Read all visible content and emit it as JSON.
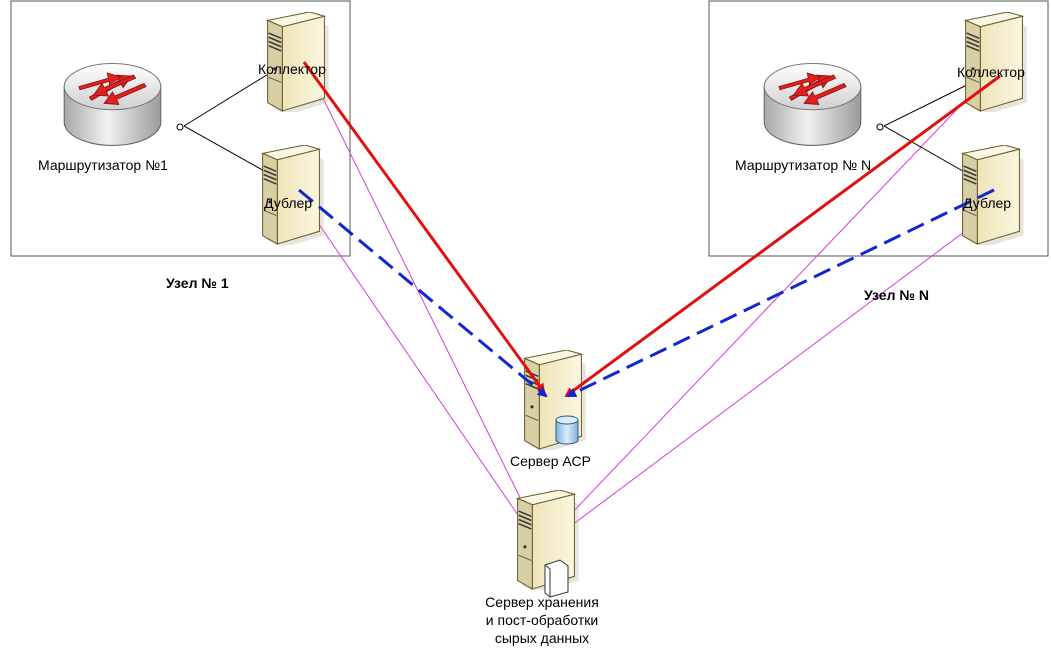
{
  "nodes": [
    {
      "label": "Узел № 1",
      "router_label": "Маршрутизатор №1",
      "collector_label": "Коллектор",
      "duplicate_label": "Дублер"
    },
    {
      "label": "Узел № N",
      "router_label": "Маршрутизатор № N",
      "collector_label": "Коллектор",
      "duplicate_label": "Дублер"
    }
  ],
  "acp_server": {
    "label": "Сервер АСР"
  },
  "storage_server": {
    "label_lines": [
      "Сервер хранения",
      "и пост-обработки",
      "сырых данных"
    ]
  },
  "colors": {
    "collector_link": "#e01010",
    "duplicate_link": "#1426d0",
    "raw_data_link": "#d040d8",
    "router_body": "#c8c8c8",
    "router_arrows": "#e02020",
    "server_body": "#f4ecc8",
    "db_cylinder": "#9cc8ec"
  },
  "icons": {
    "router": "router-icon",
    "server": "server-icon",
    "database": "database-icon",
    "document": "document-icon"
  }
}
